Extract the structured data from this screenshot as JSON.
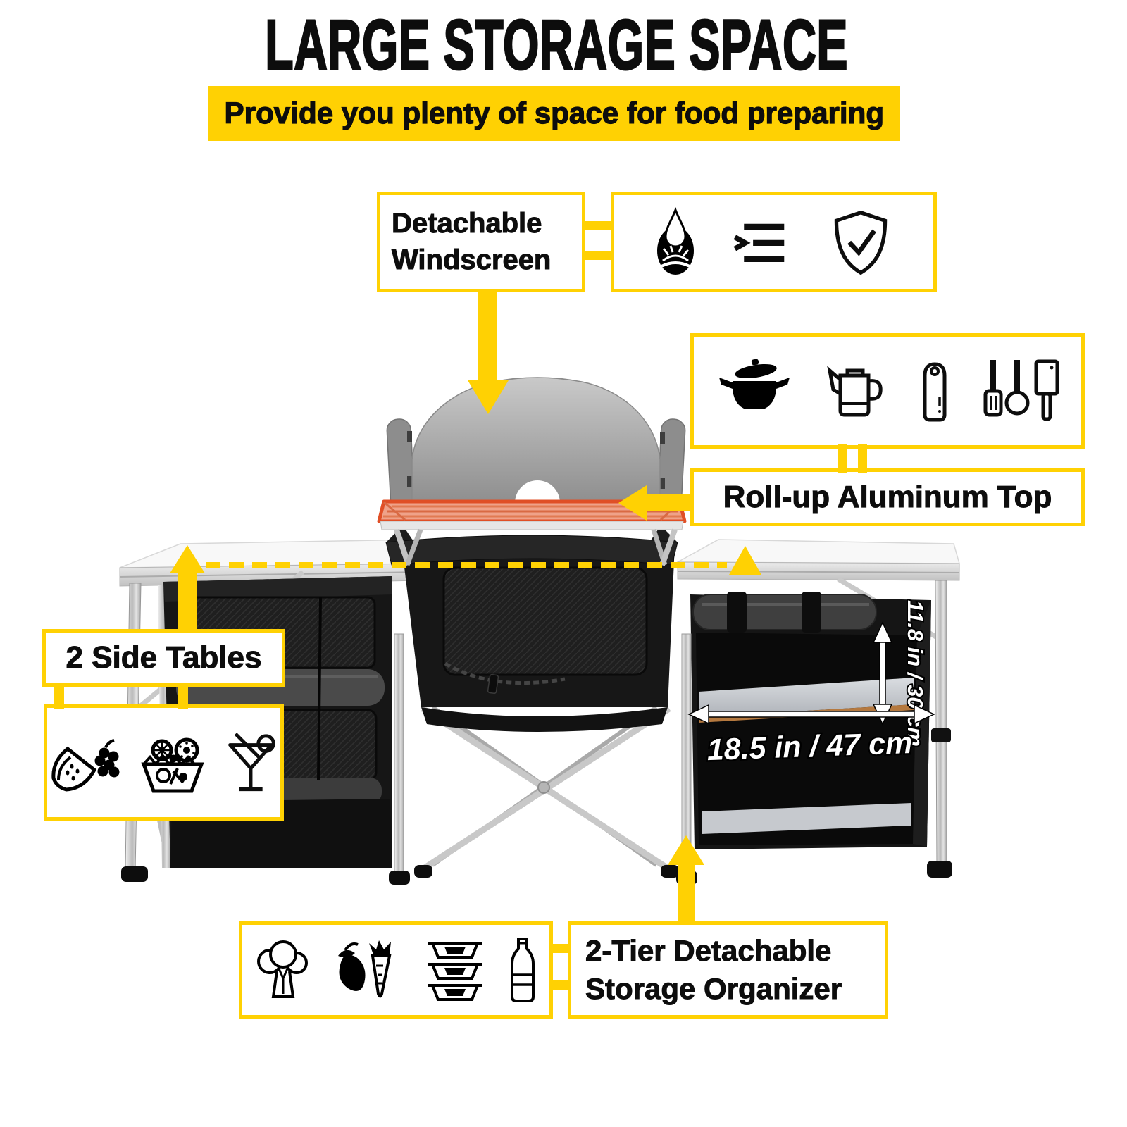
{
  "title": "LARGE STORAGE SPACE",
  "banner": {
    "text": "Provide you plenty of space for food preparing"
  },
  "callouts": {
    "windscreen": {
      "line1": "Detachable",
      "line2": "Windscreen"
    },
    "rollup_top": {
      "label": "Roll-up Aluminum Top"
    },
    "side_tables": {
      "label": "2 Side Tables"
    },
    "organizer": {
      "line1": "2-Tier Detachable",
      "line2": "Storage Organizer"
    }
  },
  "dimensions": {
    "width": "18.5 in / 47 cm",
    "height": "11.8 in / 30 cm"
  },
  "icons": {
    "features": [
      "windproof-icon",
      "checklist-icon",
      "shield-check-icon"
    ],
    "cookware": [
      "pot-icon",
      "kettle-icon",
      "cutting-board-icon",
      "utensils-icon"
    ],
    "food": [
      "watermelon-grapes-icon",
      "fruit-bowl-icon",
      "cocktail-icon"
    ],
    "groceries": [
      "broccoli-icon",
      "eggplant-carrot-icon",
      "food-containers-icon",
      "bottle-icon"
    ]
  },
  "colors": {
    "accent": "#FFD103",
    "text": "#0D0D0D",
    "rollup_orange": "#DF5327"
  }
}
